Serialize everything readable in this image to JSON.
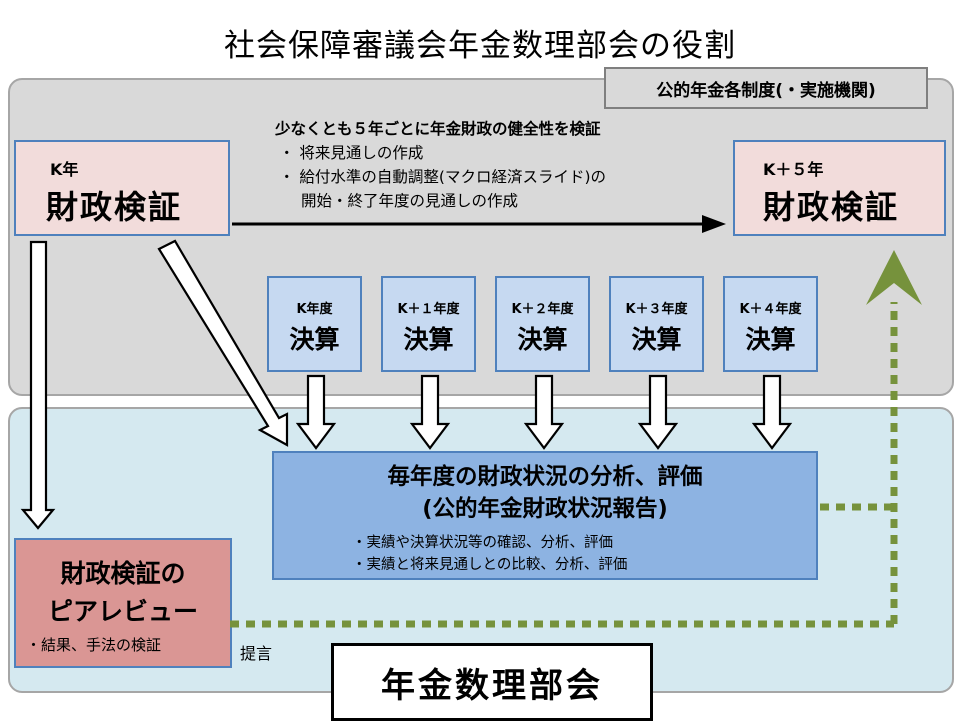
{
  "title": "社会保障審議会年金数理部会の役割",
  "system_label": "公的年金各制度(・実施機関)",
  "verification_k": {
    "year": "K年",
    "label": "財政検証"
  },
  "verification_k5": {
    "year": "K＋５年",
    "label": "財政検証"
  },
  "verification_info": {
    "heading": "少なくとも５年ごとに年金財政の健全性を検証",
    "items": [
      "・ 将来見通しの作成",
      "・ 給付水準の自動調整(マクロ経済スライド)の",
      "開始・終了年度の見通しの作成"
    ]
  },
  "settlements": [
    {
      "year": "K年度",
      "label": "決算"
    },
    {
      "year": "K＋１年度",
      "label": "決算"
    },
    {
      "year": "K＋２年度",
      "label": "決算"
    },
    {
      "year": "K＋３年度",
      "label": "決算"
    },
    {
      "year": "K＋４年度",
      "label": "決算"
    }
  ],
  "analysis": {
    "title": "毎年度の財政状況の分析、評価",
    "subtitle": "(公的年金財政状況報告)",
    "items": [
      "・実績や決算状況等の確認、分析、評価",
      "・実績と将来見通しとの比較、分析、評価"
    ]
  },
  "peer_review": {
    "title_line1": "財政検証の",
    "title_line2": "ピアレビュー",
    "item": "・結果、手法の検証"
  },
  "proposal_label": "提言",
  "committee": "年金数理部会",
  "colors": {
    "top_panel": "#d9d9d9",
    "bottom_panel": "#d5e9f0",
    "verification_box": "#f2dcdb",
    "settlement_box": "#c6d9f1",
    "analysis_box": "#8db3e2",
    "peer_review_box": "#da9694",
    "dotted_arrow": "#76923c",
    "box_border": "#4f81bd"
  }
}
